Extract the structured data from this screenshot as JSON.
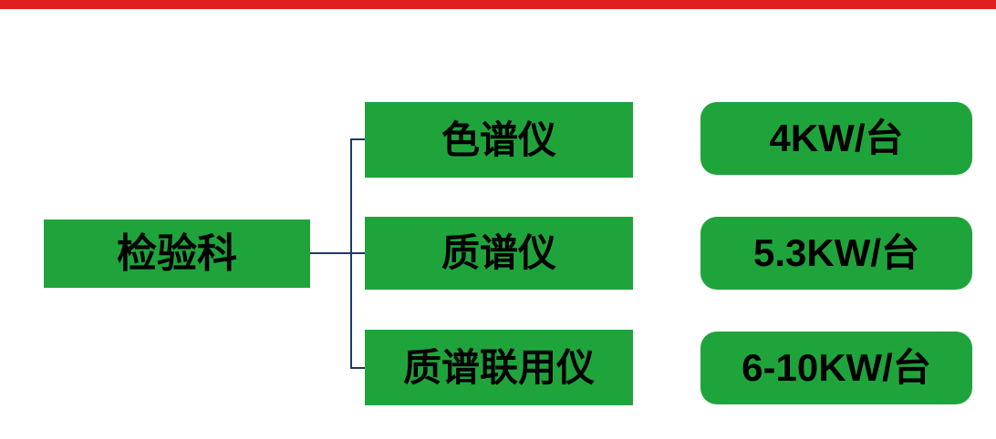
{
  "page": {
    "background": "#ffffff",
    "top_bar_color": "#e02020"
  },
  "diagram": {
    "root": {
      "label": "检验科"
    },
    "branches": [
      {
        "device": "色谱仪",
        "power": "4KW/台"
      },
      {
        "device": "质谱仪",
        "power": "5.3KW/台"
      },
      {
        "device": "质谱联用仪",
        "power": "6-10KW/台"
      }
    ],
    "colors": {
      "box_green": "#1fa43c",
      "connector_blue": "#1f3864",
      "text": "#000000"
    }
  }
}
